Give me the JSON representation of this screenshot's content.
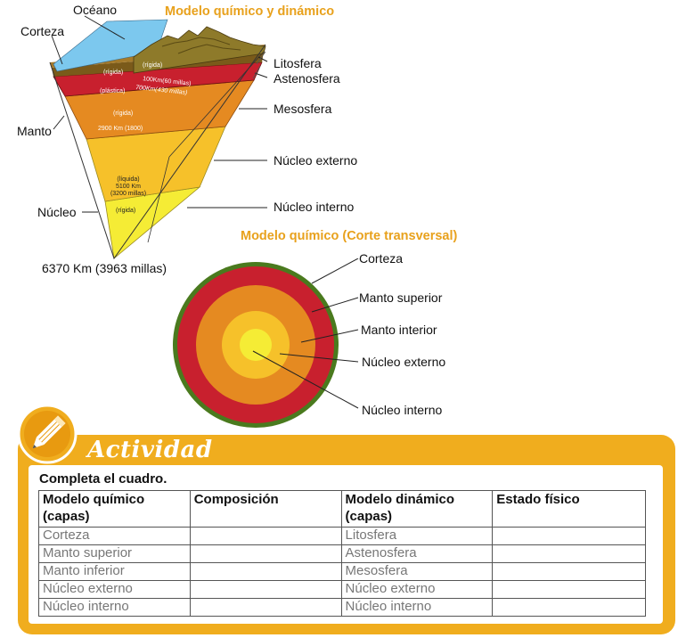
{
  "titles": {
    "dynamic": "Modelo químico y dinámico",
    "section": "Modelo químico (Corte transversal)"
  },
  "wedge": {
    "left_labels": {
      "ocean": "Océano",
      "crust": "Corteza",
      "mantle": "Manto",
      "core": "Núcleo"
    },
    "right_labels": {
      "lithosphere": "Litosfera",
      "asthenosphere": "Astenosfera",
      "mesosphere": "Mesosfera",
      "outer_core": "Núcleo externo",
      "inner_core": "Núcleo interno"
    },
    "inner": {
      "rigid1": "(rígida)",
      "rigid2": "(rígida)",
      "plastic": "(plástica)",
      "km100": "100Km(60 millas)",
      "km700": "700Km(430 millas)",
      "rigid3": "(rígida)",
      "km2900": "2900 Km (1800)",
      "liquid": "(líquida)",
      "km5100": "5100 Km",
      "mi3200": "(3200 millas)",
      "rigid4": "(rígida)"
    },
    "depth": "6370 Km (3963 millas)"
  },
  "section": {
    "labels": {
      "crust": "Corteza",
      "upper_mantle": "Manto superior",
      "lower_mantle": "Manto interior",
      "outer_core": "Núcleo externo",
      "inner_core": "Núcleo interno"
    }
  },
  "activity": {
    "title": "Actividad",
    "instruction": "Completa el cuadro.",
    "headers": [
      "Modelo químico (capas)",
      "Composición",
      "Modelo dinámico (capas)",
      "Estado físico"
    ],
    "rows": [
      [
        "Corteza",
        "",
        "Litosfera",
        ""
      ],
      [
        "Manto superior",
        "",
        "Astenosfera",
        ""
      ],
      [
        "Manto inferior",
        "",
        "Mesosfera",
        ""
      ],
      [
        "Núcleo externo",
        "",
        "Núcleo externo",
        ""
      ],
      [
        "Núcleo interno",
        "",
        "Núcleo interno",
        ""
      ]
    ]
  },
  "colors": {
    "accent": "#f0ad1e",
    "ocean": "#7cc8ee",
    "lithosphere": "#7a5a1a",
    "asthenosphere": "#c8202e",
    "mesosphere": "#e58a21",
    "outer_core": "#f6c12a",
    "inner_core": "#f5ec35"
  }
}
